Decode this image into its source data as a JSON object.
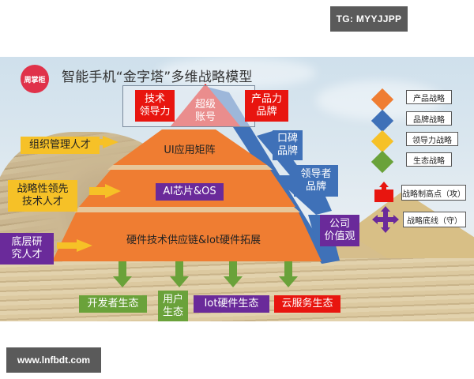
{
  "watermarks": {
    "top": "TG: MYYJJPP",
    "bottom": "www.lnfbdt.com"
  },
  "header": {
    "logo_text": "周掌柜",
    "title": "智能手机“金字塔”多维战略模型"
  },
  "pyramid": {
    "apex": {
      "label_line1": "超级",
      "label_line2": "账号",
      "color": "#e8150f"
    },
    "top_left_box": {
      "line1": "技术",
      "line2": "领导力"
    },
    "top_right_box": {
      "line1": "产品力",
      "line2": "品牌"
    },
    "layers": [
      {
        "label": "UI应用矩阵",
        "color": "#ef7d32"
      },
      {
        "label": "AI芯片&OS",
        "color": "#ef7d32",
        "tag_color": "#6a2a9a"
      },
      {
        "label": "硬件技术供应链&Iot硬件拓展",
        "color": "#ef7d32"
      }
    ],
    "right_brand_tags": [
      {
        "line1": "口碑",
        "line2": "品牌",
        "color": "#3f71b8"
      },
      {
        "line1": "领导者",
        "line2": "品牌",
        "color": "#3f71b8"
      },
      {
        "line1": "公司",
        "line2": "价值观",
        "color": "#6a2a9a"
      }
    ],
    "left_talent_tags": [
      {
        "line1": "组织管理人才",
        "line2": "",
        "color": "#f6c127"
      },
      {
        "line1": "战略性领先",
        "line2": "技术人才",
        "color": "#f6c127"
      },
      {
        "line1": "底层研",
        "line2": "究人才",
        "color": "#6a2a9a"
      }
    ],
    "ecosystems": [
      {
        "line1": "开发者生态",
        "line2": "",
        "color": "#6aa23a"
      },
      {
        "line1": "用户",
        "line2": "生态",
        "color": "#6aa23a"
      },
      {
        "line1": "Iot硬件生态",
        "line2": "",
        "color": "#6a2a9a"
      },
      {
        "line1": "云服务生态",
        "line2": "",
        "color": "#e8150f"
      }
    ]
  },
  "legend": {
    "items": [
      {
        "label": "产品战略",
        "color": "#ef7d32"
      },
      {
        "label": "品牌战略",
        "color": "#3f71b8"
      },
      {
        "label": "领导力战略",
        "color": "#f6c127"
      },
      {
        "label": "生态战略",
        "color": "#6aa23a"
      }
    ],
    "attack": {
      "label": "战略制高点（攻）",
      "color": "#e8150f"
    },
    "defend": {
      "label": "战略底线（守）",
      "color": "#6a2a9a"
    }
  },
  "colors": {
    "arrow_yellow": "#f6c127",
    "arrow_green": "#6aa23a",
    "orange": "#ef7d32",
    "blue": "#3f71b8"
  }
}
